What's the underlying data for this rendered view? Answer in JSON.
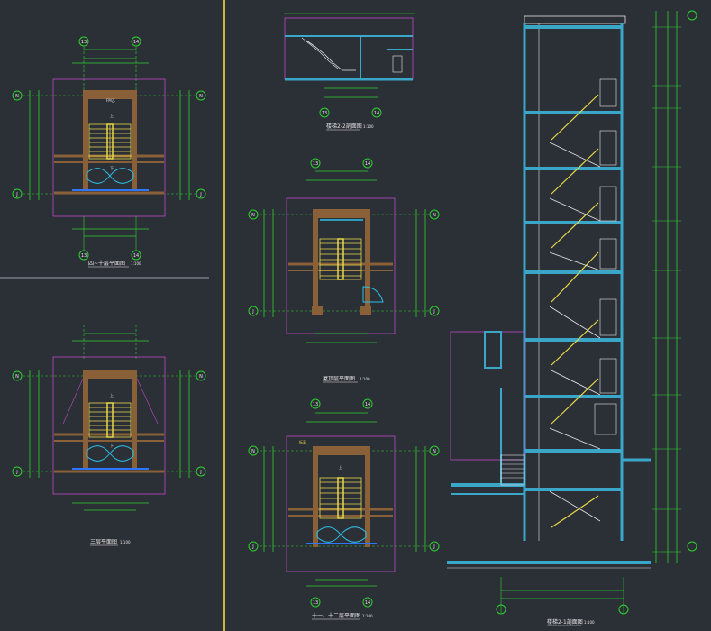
{
  "colors": {
    "background": "#2b2f36",
    "grid": "#2fd12f",
    "wall": "#8a6038",
    "stair": "#e8d84a",
    "slab": "#3aa6c8",
    "boundary": "#c04cc8",
    "text": "#e6e6e6",
    "axis_circle": "#2fd12f",
    "accent_window": "#2ec0e8",
    "divider": "#c8b840",
    "highlight": "#2f76ff"
  },
  "axis": {
    "a13": "13",
    "a14": "14",
    "aN": "N",
    "aJ": "J"
  },
  "captions": {
    "plan_1": "四~十层平面图",
    "plan_1_scale": "1:100",
    "plan_2": "三层平面图",
    "plan_2_scale": "1:100",
    "section_top": "楼梯2-2剖面图",
    "section_top_scale": "1:100",
    "plan_roof": "屋顶层平面图",
    "plan_roof_scale": "1:100",
    "plan_11_12": "十一、十二层平面图",
    "plan_11_12_scale": "1:100",
    "section_main": "楼梯2-1剖面图",
    "section_main_scale": "1:100"
  },
  "labels": {
    "tag_up": "上",
    "tag_down": "下",
    "fire_door": "FM乙",
    "level": "标高"
  }
}
